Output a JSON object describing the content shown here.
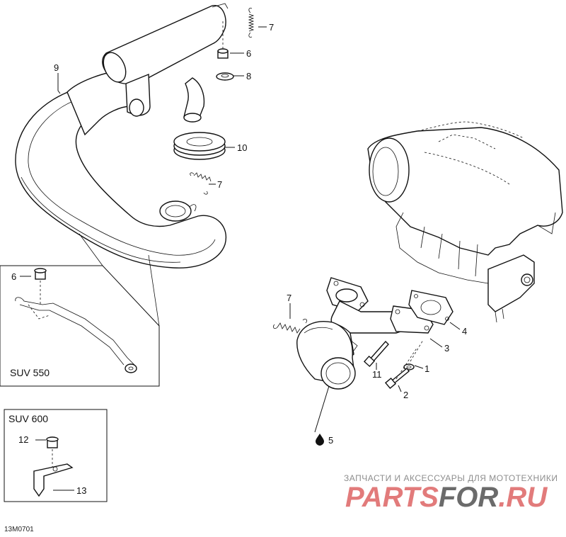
{
  "callouts": {
    "c9": "9",
    "c7a": "7",
    "c6": "6",
    "c8": "8",
    "c10": "10",
    "c7b": "7",
    "c7c": "7",
    "c4": "4",
    "c3": "3",
    "c1": "1",
    "c11": "11",
    "c2": "2",
    "c5": "5"
  },
  "inset_suv550": {
    "label": "SUV 550",
    "callout_6": "6"
  },
  "inset_suv600": {
    "label": "SUV 600",
    "callout_12": "12",
    "callout_13": "13"
  },
  "figure_code": "13M0701",
  "watermark": {
    "tagline": "ЗАПЧАСТИ И АКСЕССУАРЫ ДЛЯ МОТОТЕХНИКИ",
    "logo_part1": "PARTS",
    "logo_part2": "FOR",
    "logo_part3": ".RU",
    "color_primary": "#e27b7b",
    "color_dark": "#6b6b6b"
  }
}
